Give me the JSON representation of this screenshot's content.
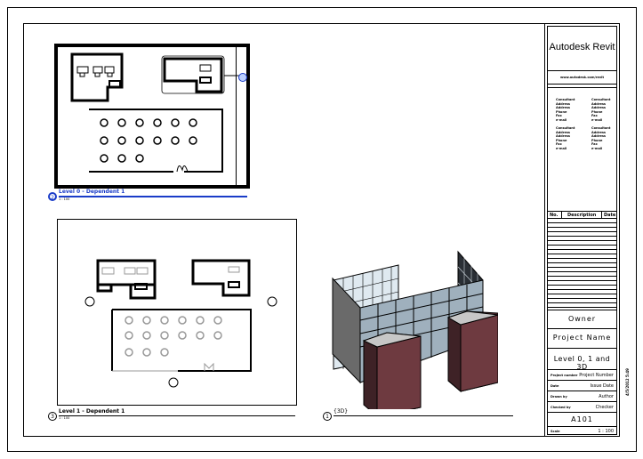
{
  "sheet": {
    "border_color": "#000000",
    "background": "#ffffff"
  },
  "title_block": {
    "logo_text": "Autodesk Revit",
    "website": "www.autodesk.com/revit",
    "consultants": [
      {
        "name": "Consultant",
        "lines": [
          "Address",
          "Address",
          "Phone",
          "Fax",
          "e-mail"
        ]
      },
      {
        "name": "Consultant",
        "lines": [
          "Address",
          "Address",
          "Phone",
          "Fax",
          "e-mail"
        ]
      },
      {
        "name": "Consultant",
        "lines": [
          "Address",
          "Address",
          "Phone",
          "Fax",
          "e-mail"
        ]
      },
      {
        "name": "Consultant",
        "lines": [
          "Address",
          "Address",
          "Phone",
          "Fax",
          "e-mail"
        ]
      }
    ],
    "revision_headers": [
      "No.",
      "Description",
      "Date"
    ],
    "owner": "Owner",
    "project_name": "Project Name",
    "sheet_name": "Level 0, 1 and 3D",
    "fields": [
      {
        "label": "Project number",
        "value": "Project Number"
      },
      {
        "label": "Date",
        "value": "Issue Date"
      },
      {
        "label": "Drawn by",
        "value": "Author"
      },
      {
        "label": "Checked by",
        "value": "Checker"
      }
    ],
    "sheet_number": "A101",
    "scale_label": "Scale",
    "scale_value": "1 : 100",
    "side_date": "4/5/2012 5:49"
  },
  "viewports": [
    {
      "number": "2",
      "title": "Level 0 - Dependent 1",
      "scale": "1 : 100",
      "selected": true,
      "title_color": "#1a3cc8"
    },
    {
      "number": "3",
      "title": "Level 1 - Dependent 1",
      "scale": "1 : 100",
      "selected": false
    },
    {
      "number": "1",
      "title": "{3D}",
      "scale": "",
      "selected": false
    }
  ],
  "colors": {
    "selection_blue": "#1a3cc8",
    "model_brick": "#6e3a40",
    "model_wall_gray": "#6a6a6a",
    "glass": "#dfe9f0",
    "halftone": "#999999"
  }
}
